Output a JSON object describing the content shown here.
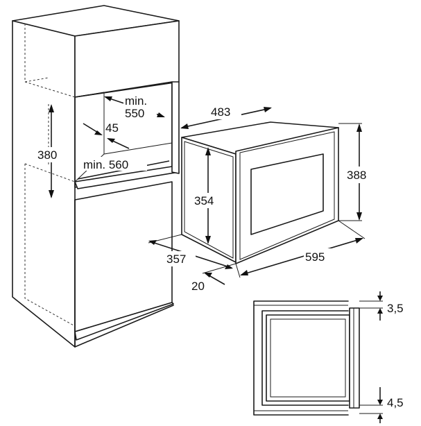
{
  "dimensions": {
    "cabinet_width_label": "min.",
    "cabinet_width_value": "550",
    "cabinet_depth": "45",
    "niche_height": "380",
    "niche_depth": "min. 560",
    "oven_depth": "483",
    "oven_body_height": "354",
    "oven_front_height": "388",
    "oven_width": "595",
    "oven_side_depth": "357",
    "front_offset": "20",
    "top_gap": "3,5",
    "bottom_gap": "4,5"
  }
}
